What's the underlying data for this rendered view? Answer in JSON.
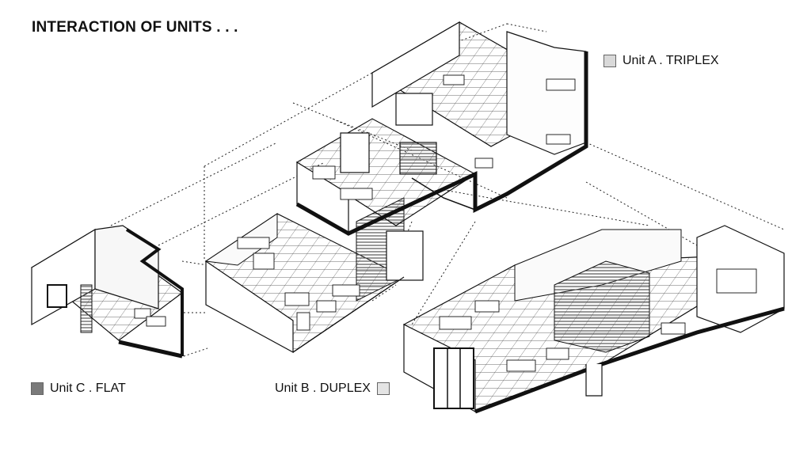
{
  "title": "INTERACTION OF UNITS . . .",
  "legend": {
    "unit_a": {
      "label": "Unit A . TRIPLEX",
      "color": "#d9d9d9"
    },
    "unit_b": {
      "label": "Unit B . DUPLEX",
      "color": "#e4e4e4"
    },
    "unit_c": {
      "label": "Unit C . FLAT",
      "color": "#7a7a7a"
    }
  },
  "colors": {
    "line": "#111111",
    "hatch": "#6e6e6e",
    "floor": "#ffffff",
    "grid": "#555555"
  }
}
